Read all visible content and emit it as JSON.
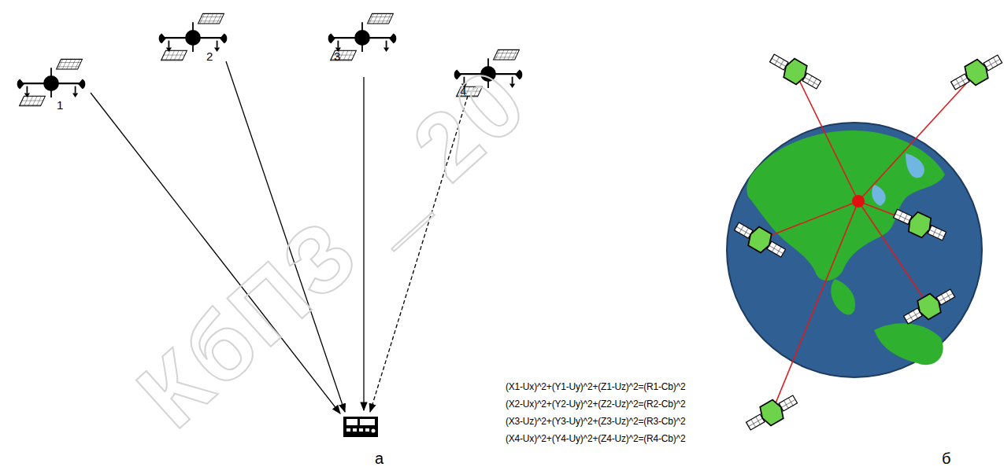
{
  "diagram": {
    "labels": [
      "1",
      "2",
      "3",
      "4",
      "(X1-Ux)^2+(Y1-Uy)^2+(Z1-Uz)^2=(R1-Cb)^2",
      "(X2-Ux)^2+(Y2-Uy)^2+(Z2-Uz)^2=(R2-Cb)^2",
      "(X3-Uz)^2+(Y3-Uy)^2+(Z3-Uz)^2=(R3-Cb)^2",
      "(X4-Ux)^2+(Y4-Uy)^2+(Z4-Uz)^2=(R4-Cb)^2",
      "а",
      "б",
      "КбПЗ _ 20"
    ]
  }
}
